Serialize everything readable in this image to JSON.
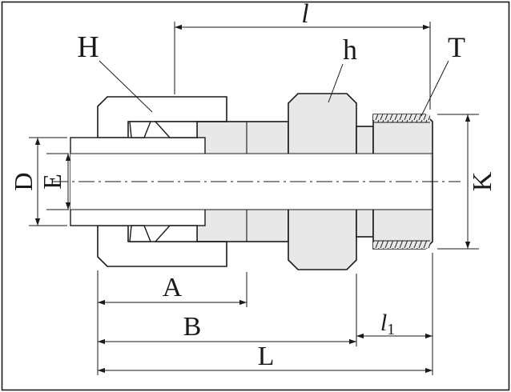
{
  "diagram": {
    "description": "tube fitting male connector cross-section dimensional drawing",
    "colors": {
      "line": "#1a1a1a",
      "body": "#e8e8e8",
      "hatchbg": "#e0e0e0",
      "hatchln": "#777777",
      "bg": "#ffffff"
    },
    "labels": {
      "l": "l",
      "H": "H",
      "h": "h",
      "T": "T",
      "D": "D",
      "E": "E",
      "K": "K",
      "A": "A",
      "B": "B",
      "L": "L",
      "l1_base": "l",
      "l1_sub": "1"
    }
  }
}
